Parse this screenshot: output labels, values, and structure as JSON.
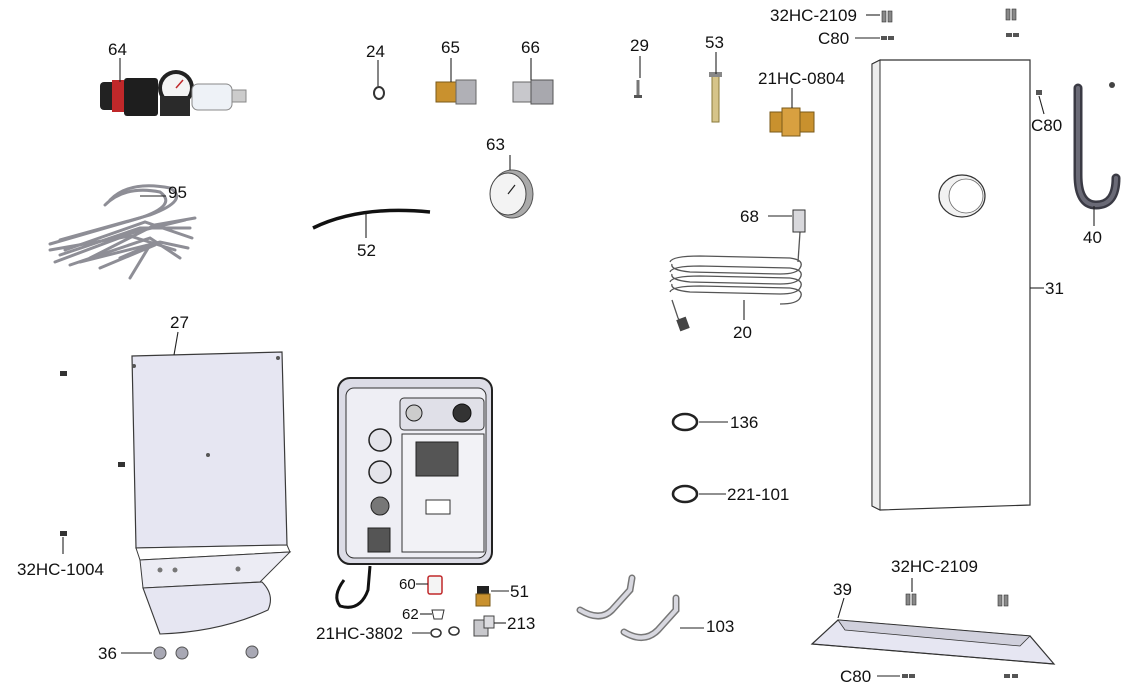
{
  "labels": {
    "l64": "64",
    "l24": "24",
    "l65": "65",
    "l66": "66",
    "l29": "29",
    "l53": "53",
    "l32hc2109_top": "32HC-2109",
    "lc80_top": "C80",
    "l21hc0804": "21HC-0804",
    "lc80_right": "C80",
    "l95": "95",
    "l63": "63",
    "l52": "52",
    "l68": "68",
    "l40": "40",
    "l31": "31",
    "l20": "20",
    "l27": "27",
    "l136": "136",
    "l221101": "221-101",
    "l32hc1004": "32HC-1004",
    "l60": "60",
    "l51": "51",
    "l62": "62",
    "l213": "213",
    "l21hc3802": "21HC-3802",
    "l103": "103",
    "l36": "36",
    "l32hc2109_bottom": "32HC-2109",
    "l39": "39",
    "lc80_bottom": "C80"
  },
  "colors": {
    "panel_fill": "#e6e6f2",
    "panel_stroke": "#3a3a3a",
    "brass": "#c9912e",
    "steel": "#b8b8c0",
    "dark": "#2b2b2b",
    "red": "#c0282a",
    "oring": "#222222"
  }
}
